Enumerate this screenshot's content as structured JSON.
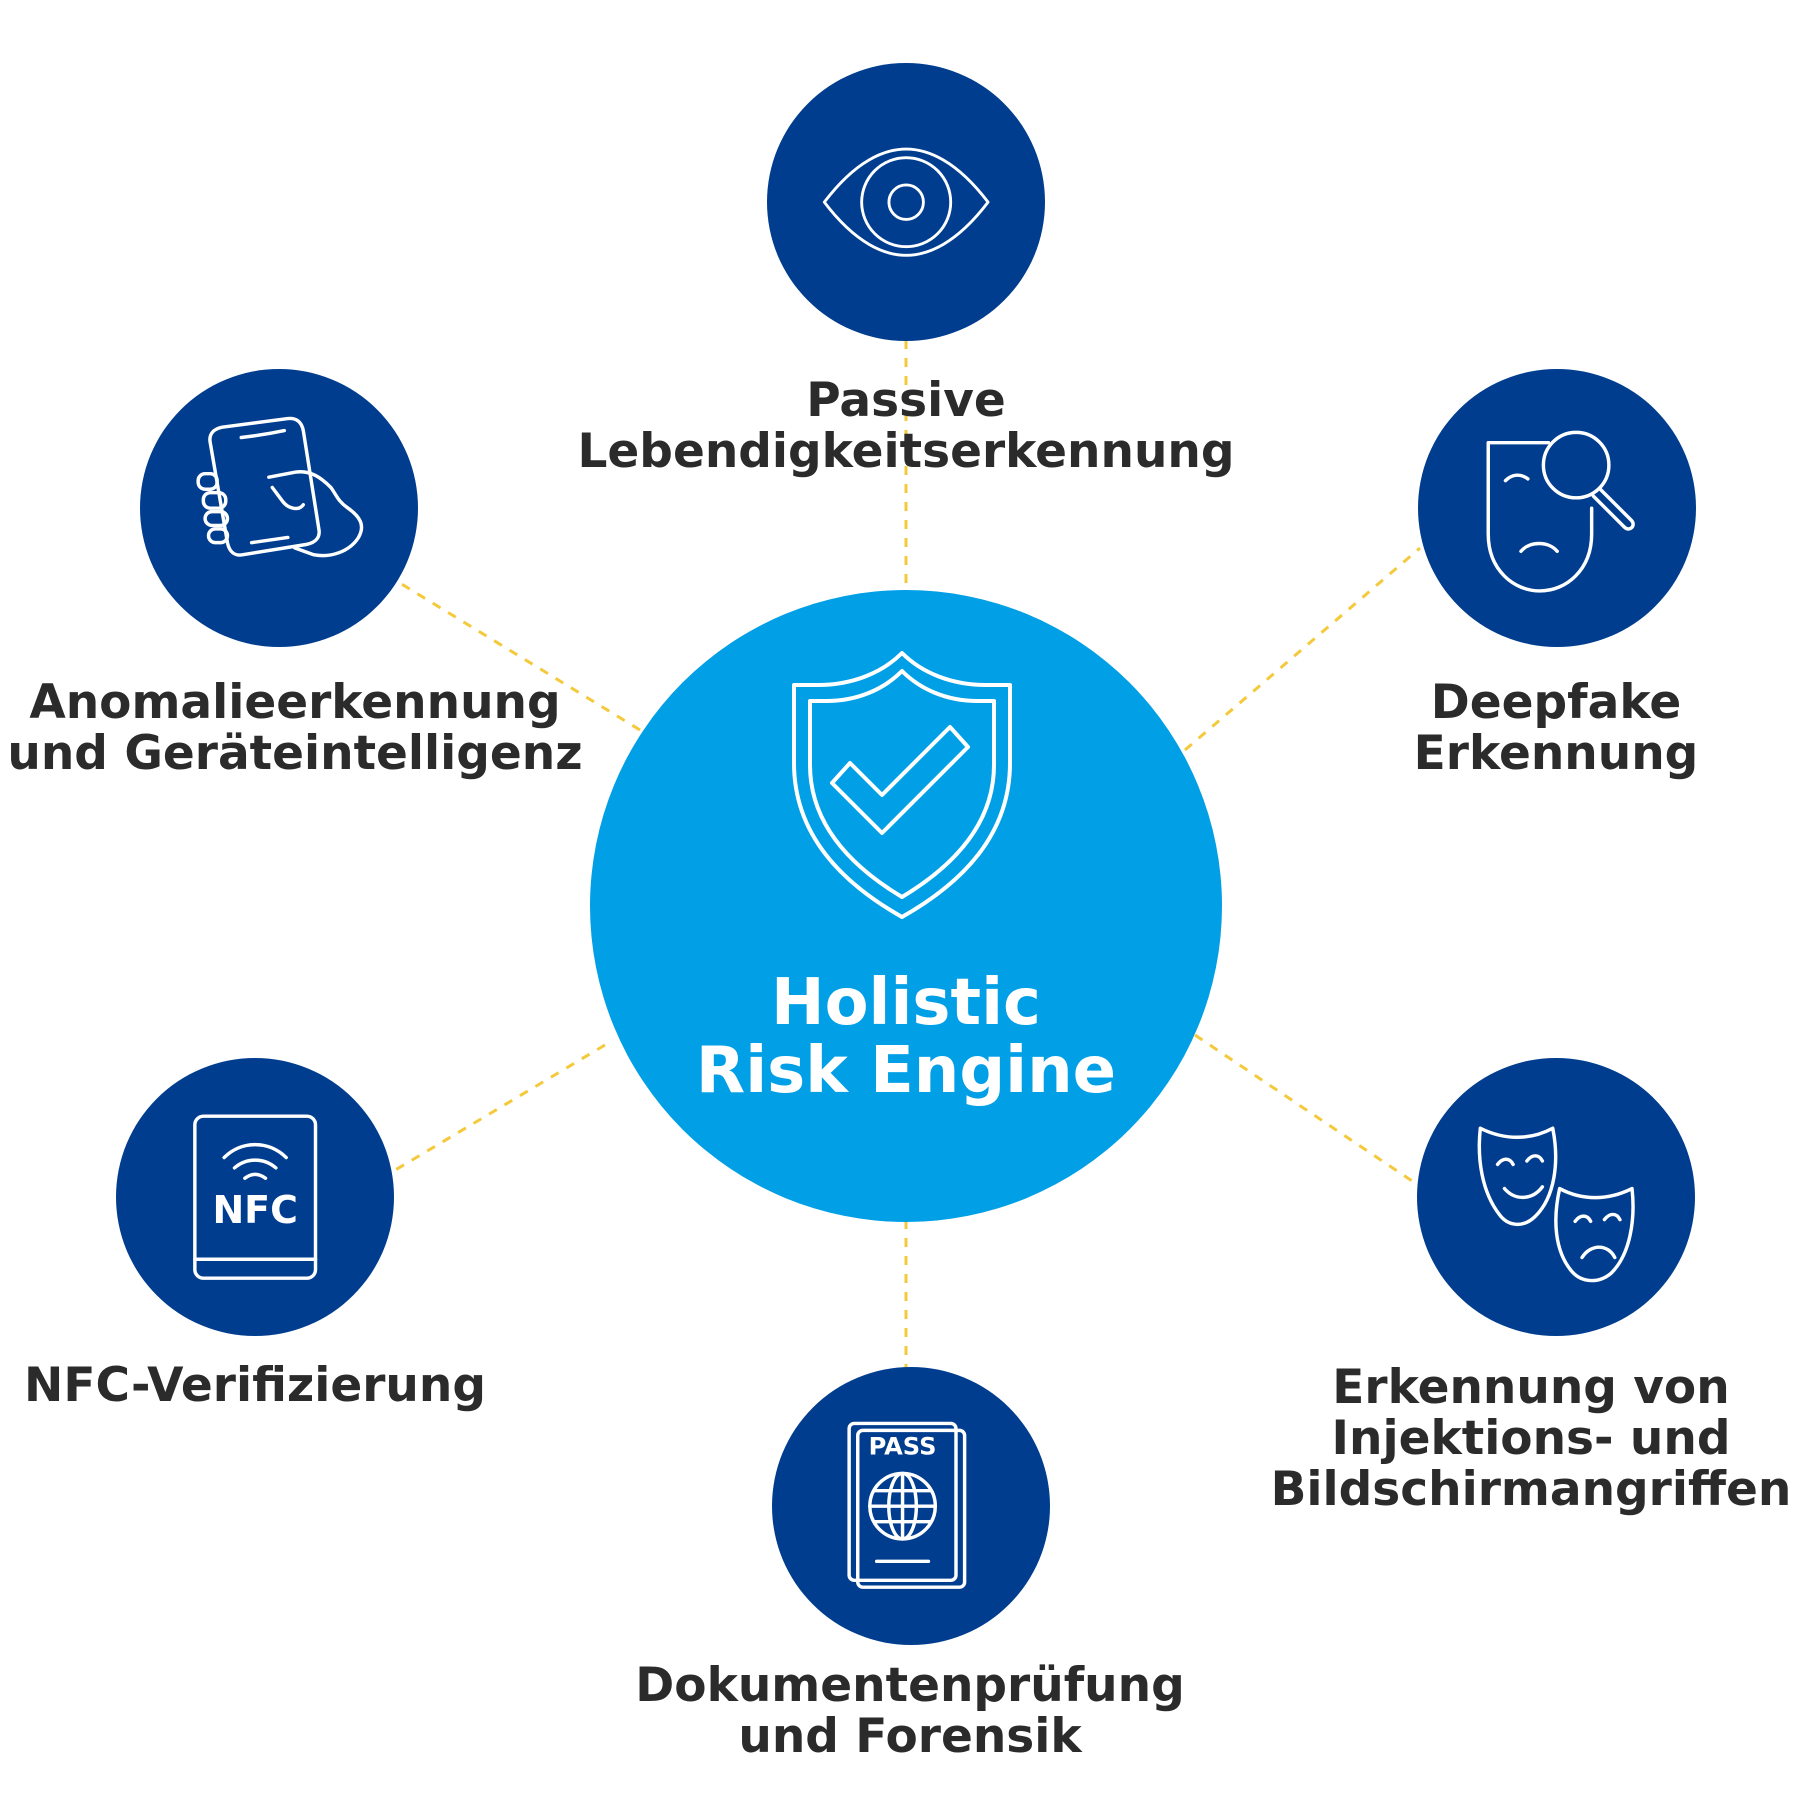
{
  "center": {
    "title_line1": "Holistic",
    "title_line2": "Risk Engine",
    "icon": "shield-check-icon"
  },
  "nodes": [
    {
      "id": "liveness",
      "icon": "eye-icon",
      "label_lines": [
        "Passive",
        "Lebendigkeitserkennung"
      ]
    },
    {
      "id": "deepfake",
      "icon": "mask-magnifier-icon",
      "label_lines": [
        "Deepfake",
        "Erkennung"
      ]
    },
    {
      "id": "injection",
      "icon": "theater-masks-icon",
      "label_lines": [
        "Erkennung von",
        "Injektions- und",
        "Bildschirmangriffen"
      ]
    },
    {
      "id": "document",
      "icon": "passport-icon",
      "icon_text": "PASS",
      "label_lines": [
        "Dokumentenprüfung",
        "und Forensik"
      ]
    },
    {
      "id": "nfc",
      "icon": "nfc-card-icon",
      "icon_text": "NFC",
      "label_lines": [
        "NFC-Verifizierung"
      ]
    },
    {
      "id": "anomaly",
      "icon": "hand-phone-icon",
      "label_lines": [
        "Anomalieerkennung",
        "und Geräteintelligenz"
      ]
    }
  ],
  "colors": {
    "node": "#003d8f",
    "center": "#009fe6",
    "connector": "#f5c93c",
    "text": "#2b2b2b"
  }
}
